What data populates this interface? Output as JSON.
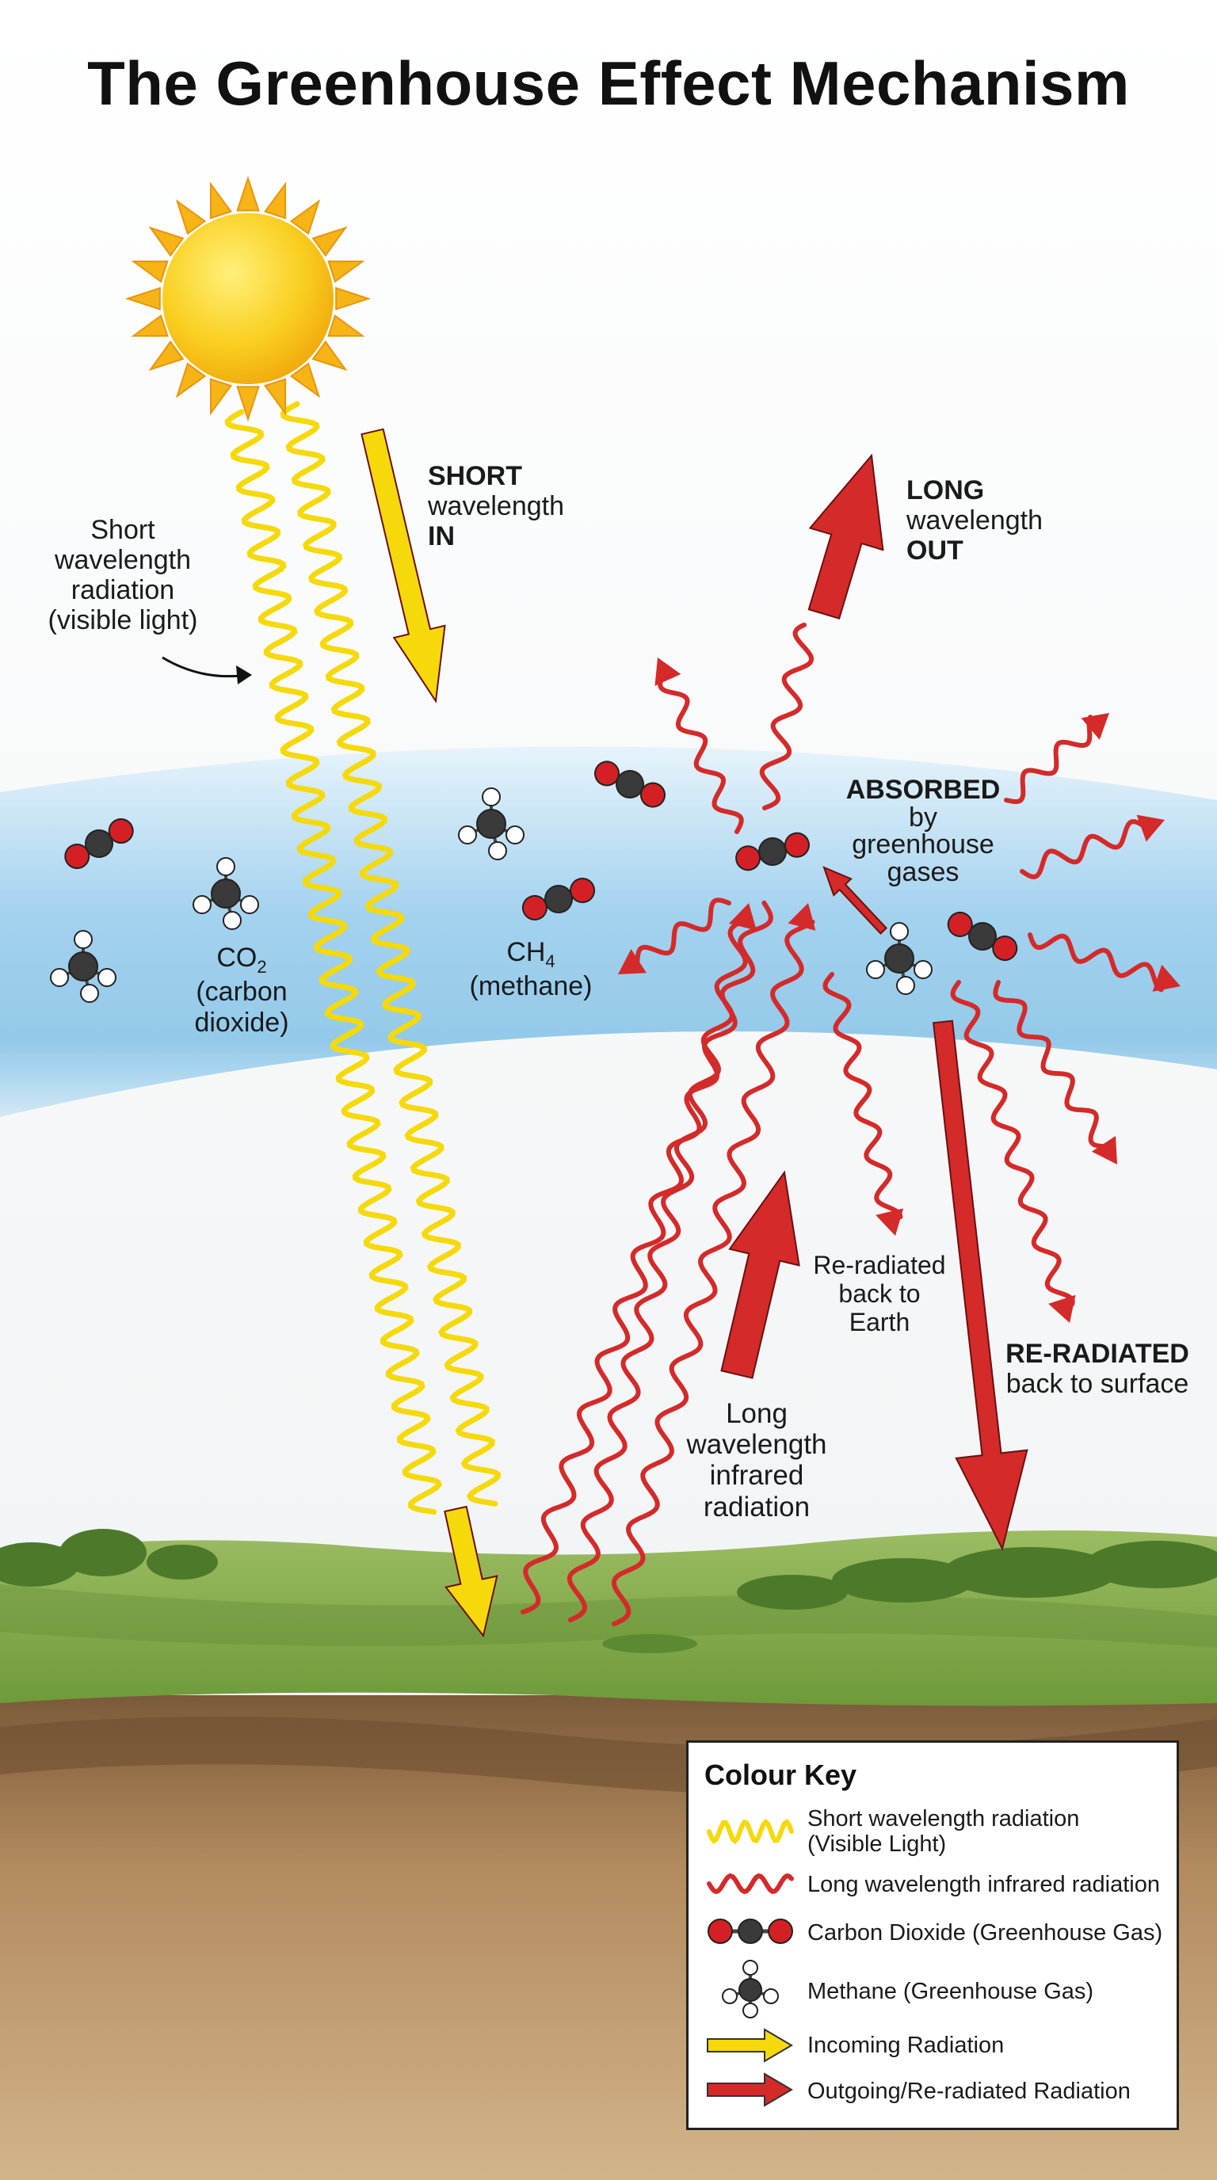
{
  "title": "The Greenhouse Effect Mechanism",
  "labels": {
    "short_rad": [
      "Short",
      "wavelength",
      "radiation",
      "(visible light)"
    ],
    "short_in": {
      "bold1": "SHORT",
      "line2": "wavelength",
      "bold3": "IN"
    },
    "long_out": {
      "bold1": "LONG",
      "line2": "wavelength",
      "bold3": "OUT"
    },
    "absorbed": {
      "bold1": "ABSORBED",
      "line2": "by",
      "line3": "greenhouse",
      "line4": "gases"
    },
    "co2": {
      "line1": "CO",
      "sub": "2",
      "line2": "(carbon",
      "line3": "dioxide)"
    },
    "ch4": {
      "line1": "CH",
      "sub": "4",
      "line2": "(methane)"
    },
    "reradiated_earth": [
      "Re-radiated",
      "back to",
      "Earth"
    ],
    "reradiated_surface": {
      "bold1": "RE-RADIATED",
      "line2": "back to surface"
    },
    "long_ir": [
      "Long",
      "wavelength",
      "infrared",
      "radiation"
    ]
  },
  "key": {
    "title": "Colour Key",
    "items": [
      {
        "name": "short",
        "line1": "Short wavelength radiation",
        "line2": "(Visible Light)"
      },
      {
        "name": "long",
        "line1": "Long wavelength infrared radiation"
      },
      {
        "name": "co2",
        "line1": "Carbon Dioxide (Greenhouse Gas)"
      },
      {
        "name": "methane",
        "line1": "Methane (Greenhouse Gas)"
      },
      {
        "name": "incoming",
        "line1": "Incoming Radiation"
      },
      {
        "name": "outgoing",
        "line1": "Outgoing/Re-radiated Radiation"
      }
    ]
  },
  "colors": {
    "sun": "#f8c21a",
    "short_wave": "#f5d90a",
    "long_wave": "#d42a2a",
    "atmosphere": "#8ec7e8",
    "grass": "#86ad4a",
    "soil": "#b3895c",
    "co2_oxygen": "#d42024",
    "carbon": "#3a3a3a"
  }
}
